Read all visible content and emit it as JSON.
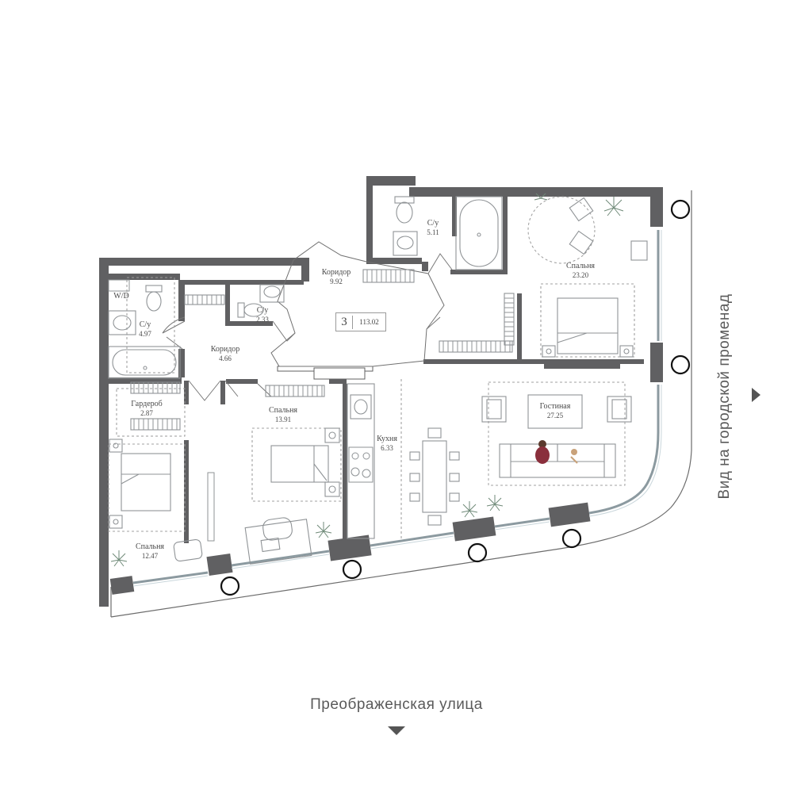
{
  "badge": {
    "rooms": "3",
    "area": "113.02"
  },
  "rooms": {
    "wd": {
      "name": "W/D"
    },
    "bath_left": {
      "name": "С/у",
      "area": "4.97"
    },
    "bath_small": {
      "name": "С/у",
      "area": "2.33"
    },
    "corridor_left": {
      "name": "Коридор",
      "area": "4.66"
    },
    "corridor_center": {
      "name": "Коридор",
      "area": "9.92"
    },
    "bath_top": {
      "name": "С/у",
      "area": "5.11"
    },
    "bedroom_master": {
      "name": "Спальня",
      "area": "23.20"
    },
    "wardrobe": {
      "name": "Гардероб",
      "area": "2.87"
    },
    "bedroom_mid": {
      "name": "Спальня",
      "area": "13.91"
    },
    "kitchen": {
      "name": "Кухня",
      "area": "6.33"
    },
    "living": {
      "name": "Гостиная",
      "area": "27.25"
    },
    "bedroom_left": {
      "name": "Спальня",
      "area": "12.47"
    }
  },
  "labels": {
    "street": "Преображенская улица",
    "promenade": "Вид на городской променад"
  },
  "icons": [
    "arrow-down-icon",
    "arrow-right-icon",
    "camera-viewpoint-icon",
    "plant-icon",
    "bed-icon",
    "sofa-icon",
    "bathtub-icon",
    "toilet-icon",
    "sink-icon",
    "stove-icon",
    "dining-table-icon",
    "armchair-icon",
    "desk-icon"
  ],
  "colors": {
    "wall": "#606062",
    "furniture": "#8f9396",
    "window": "#b8c6cc",
    "accent_plant": "#6f8a78",
    "accent_person": "#8a2f3c",
    "text": "#4a4a4a"
  }
}
